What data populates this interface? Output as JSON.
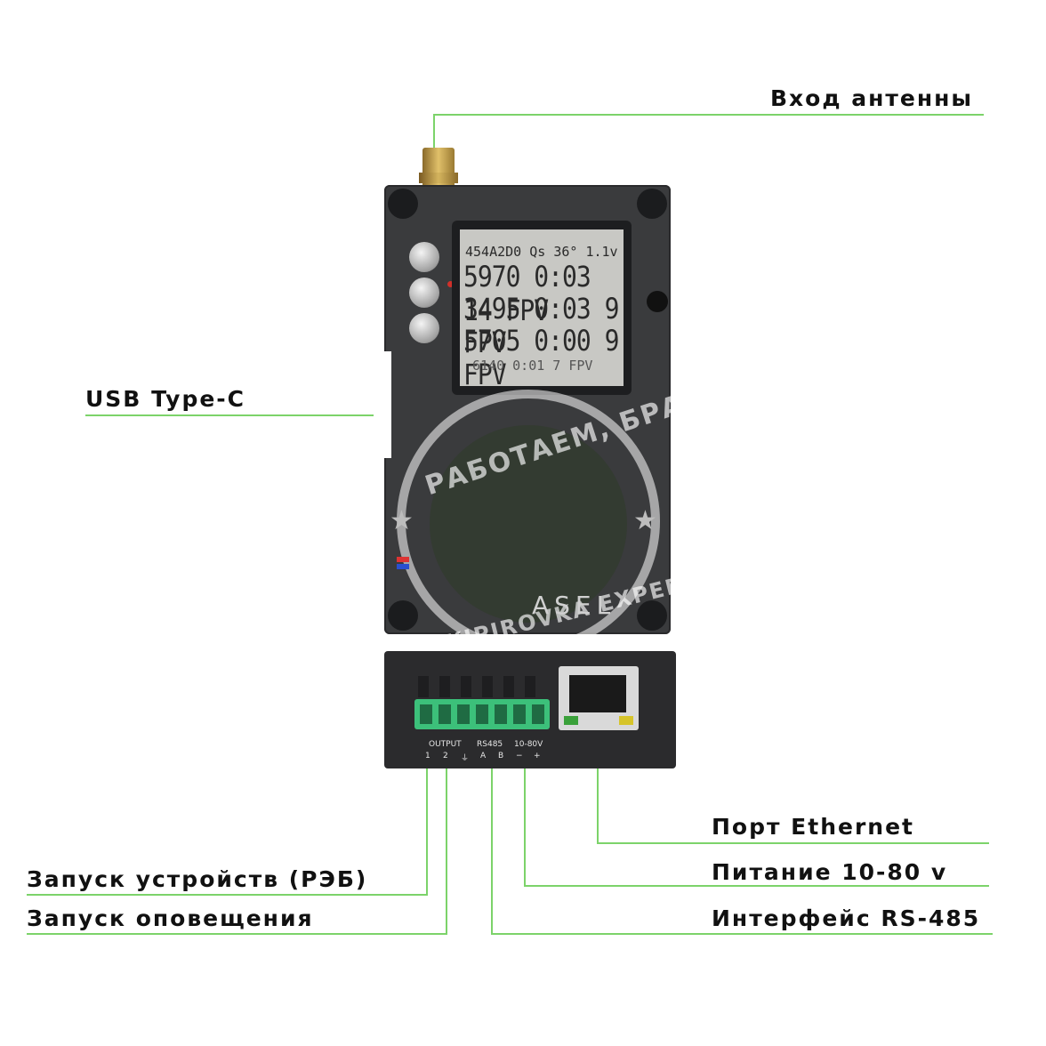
{
  "callouts": {
    "antenna": "Вход антенны",
    "usb": "USB Type-C",
    "ethernet": "Порт Ethernet",
    "power": "Питание 10-80 v",
    "rs485": "Интерфейс RS-485",
    "launch_devices": "Запуск устройств (РЭБ)",
    "launch_alert": "Запуск оповещения"
  },
  "lcd": {
    "header": "454A2D0  Qs 36° 1.1v",
    "rows": [
      "5970 0:03 14 FPV",
      "3495 0:03  9 FPV",
      "5705 0:00  9 FPV"
    ],
    "footer": "6140  0:01  7 FPV"
  },
  "device": {
    "brand": "ASEL",
    "watermark_top": "РАБОТАЕМ, БРАТЬЯ",
    "watermark_bottom": "EKIPIROVKA EXPERT"
  },
  "module_labels": {
    "output": "OUTPUT",
    "rs485": "RS485",
    "power": "10-80V",
    "pins": [
      "1",
      "2",
      "⏚",
      "A",
      "B",
      "−",
      "+"
    ]
  },
  "colors": {
    "leader": "#7cd36a",
    "lcd": "#c8c8c4",
    "terminal": "#3cc07a"
  }
}
